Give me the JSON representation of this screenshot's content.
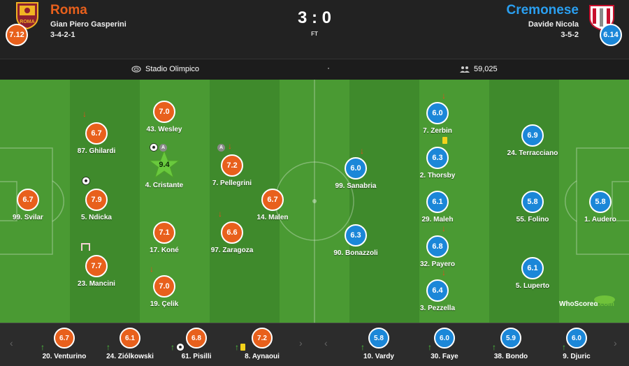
{
  "home": {
    "name": "Roma",
    "manager": "Gian Piero Gasperini",
    "formation": "3-4-2-1",
    "rating": "7.12",
    "crest_text": "ROMA",
    "color": "#e8601c"
  },
  "away": {
    "name": "Cremonese",
    "manager": "Davide Nicola",
    "formation": "3-5-2",
    "rating": "6.14",
    "color": "#1b87d8"
  },
  "score": "3 : 0",
  "status": "FT",
  "venue": "Stadio Olimpico",
  "attendance": "59,025",
  "info_dot": "·",
  "watermark": {
    "a": "WhoScored",
    "b": ".com"
  },
  "home_players": [
    {
      "label": "99. Svilar",
      "rating": "6.7"
    },
    {
      "label": "5. Ndicka",
      "rating": "7.9",
      "events": [
        "ball-icon"
      ]
    },
    {
      "label": "87. Ghilardi",
      "rating": "6.7",
      "events": [
        "subbed-off-icon"
      ]
    },
    {
      "label": "23. Mancini",
      "rating": "7.7",
      "events": [
        "goalpost-icon"
      ]
    },
    {
      "label": "43. Wesley",
      "rating": "7.0"
    },
    {
      "label": "4. Cristante",
      "rating": "9.4",
      "events": [
        "ball-icon",
        "assist-icon"
      ],
      "man_of_match": true
    },
    {
      "label": "17. Koné",
      "rating": "7.1"
    },
    {
      "label": "19. Çelik",
      "rating": "7.0",
      "events": [
        "subbed-off-icon"
      ]
    },
    {
      "label": "7. Pellegrini",
      "rating": "7.2",
      "events": [
        "assist-icon",
        "subbed-off-icon"
      ]
    },
    {
      "label": "97. Zaragoza",
      "rating": "6.6",
      "events": [
        "subbed-off-icon"
      ]
    },
    {
      "label": "14. Malen",
      "rating": "6.7"
    }
  ],
  "away_players": [
    {
      "label": "99. Sanabria",
      "rating": "6.0",
      "events": [
        "subbed-off-icon"
      ]
    },
    {
      "label": "90. Bonazzoli",
      "rating": "6.3"
    },
    {
      "label": "7. Zerbin",
      "rating": "6.0",
      "events": [
        "subbed-off-icon",
        "yellow-card-icon"
      ]
    },
    {
      "label": "2. Thorsby",
      "rating": "6.3"
    },
    {
      "label": "29. Maleh",
      "rating": "6.1"
    },
    {
      "label": "32. Payero",
      "rating": "6.8",
      "events": [
        "subbed-off-icon"
      ]
    },
    {
      "label": "3. Pezzella",
      "rating": "6.4",
      "events": [
        "subbed-off-icon"
      ]
    },
    {
      "label": "24. Terracciano",
      "rating": "6.9"
    },
    {
      "label": "55. Folino",
      "rating": "5.8"
    },
    {
      "label": "5. Luperto",
      "rating": "6.1"
    },
    {
      "label": "1. Audero",
      "rating": "5.8"
    }
  ],
  "home_subs": [
    {
      "label": "20. Venturino",
      "rating": "6.7",
      "events": [
        "subbed-on-icon"
      ]
    },
    {
      "label": "24. Ziólkowski",
      "rating": "6.1",
      "events": [
        "subbed-on-icon"
      ]
    },
    {
      "label": "61. Pisilli",
      "rating": "6.8",
      "events": [
        "subbed-on-icon",
        "ball-icon"
      ]
    },
    {
      "label": "8. Aynaoui",
      "rating": "7.2",
      "events": [
        "subbed-on-icon",
        "yellow-card-icon"
      ]
    }
  ],
  "away_subs": [
    {
      "label": "10. Vardy",
      "rating": "5.8",
      "events": [
        "subbed-on-icon"
      ]
    },
    {
      "label": "30. Faye",
      "rating": "6.0",
      "events": [
        "subbed-on-icon"
      ]
    },
    {
      "label": "38. Bondo",
      "rating": "5.9",
      "events": [
        "subbed-on-icon"
      ]
    },
    {
      "label": "9. Djuric",
      "rating": "6.0",
      "events": [
        "subbed-on-icon"
      ]
    }
  ],
  "nav": {
    "prev": "‹",
    "next": "›"
  }
}
